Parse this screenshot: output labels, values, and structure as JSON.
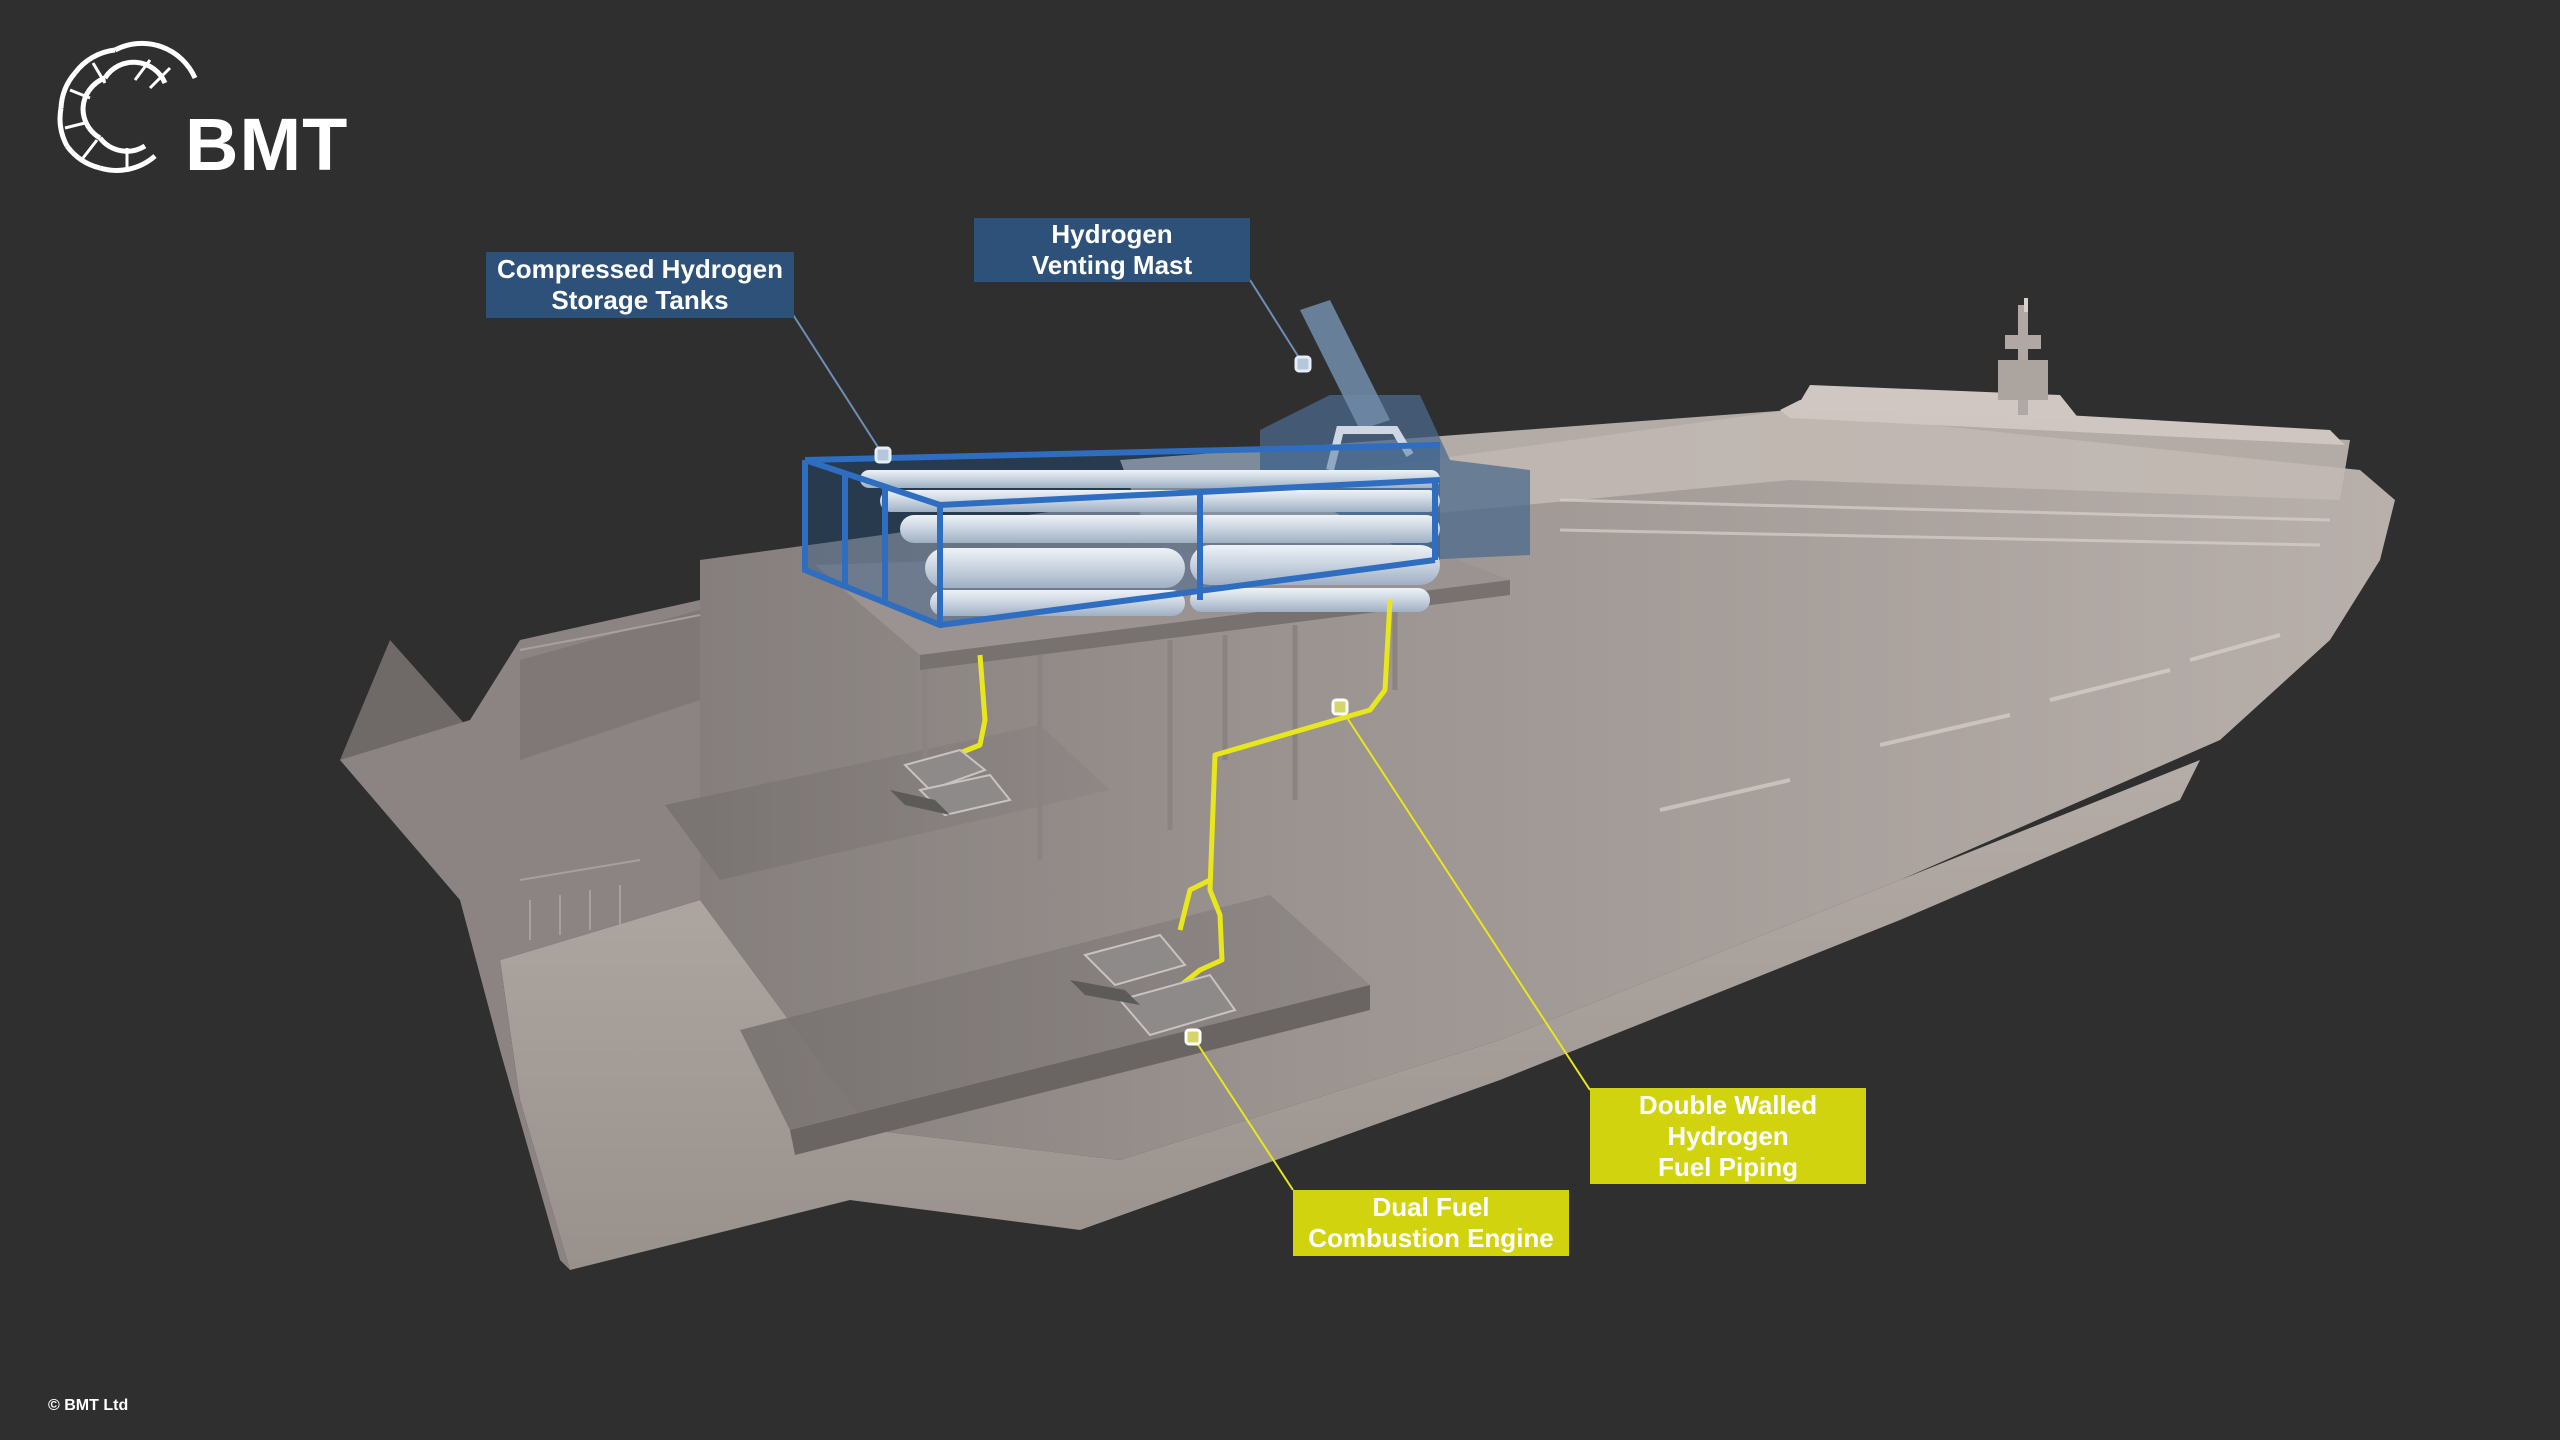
{
  "brand": {
    "name": "BMT"
  },
  "callouts": {
    "storage_tanks": [
      "Compressed Hydrogen",
      "Storage Tanks"
    ],
    "venting_mast": [
      "Hydrogen",
      "Venting Mast"
    ],
    "fuel_piping": [
      "Double Walled",
      "Hydrogen",
      "Fuel Piping"
    ],
    "engine": [
      "Dual Fuel",
      "Combustion Engine"
    ]
  },
  "footer": {
    "copyright": "© BMT Ltd"
  },
  "colors": {
    "background": "#2f2f2f",
    "blue_callout": "#2d5179",
    "yellow_callout": "#d2d30f",
    "hull": "#b9b1ad",
    "fuel_pipe": "#e8e61c"
  }
}
